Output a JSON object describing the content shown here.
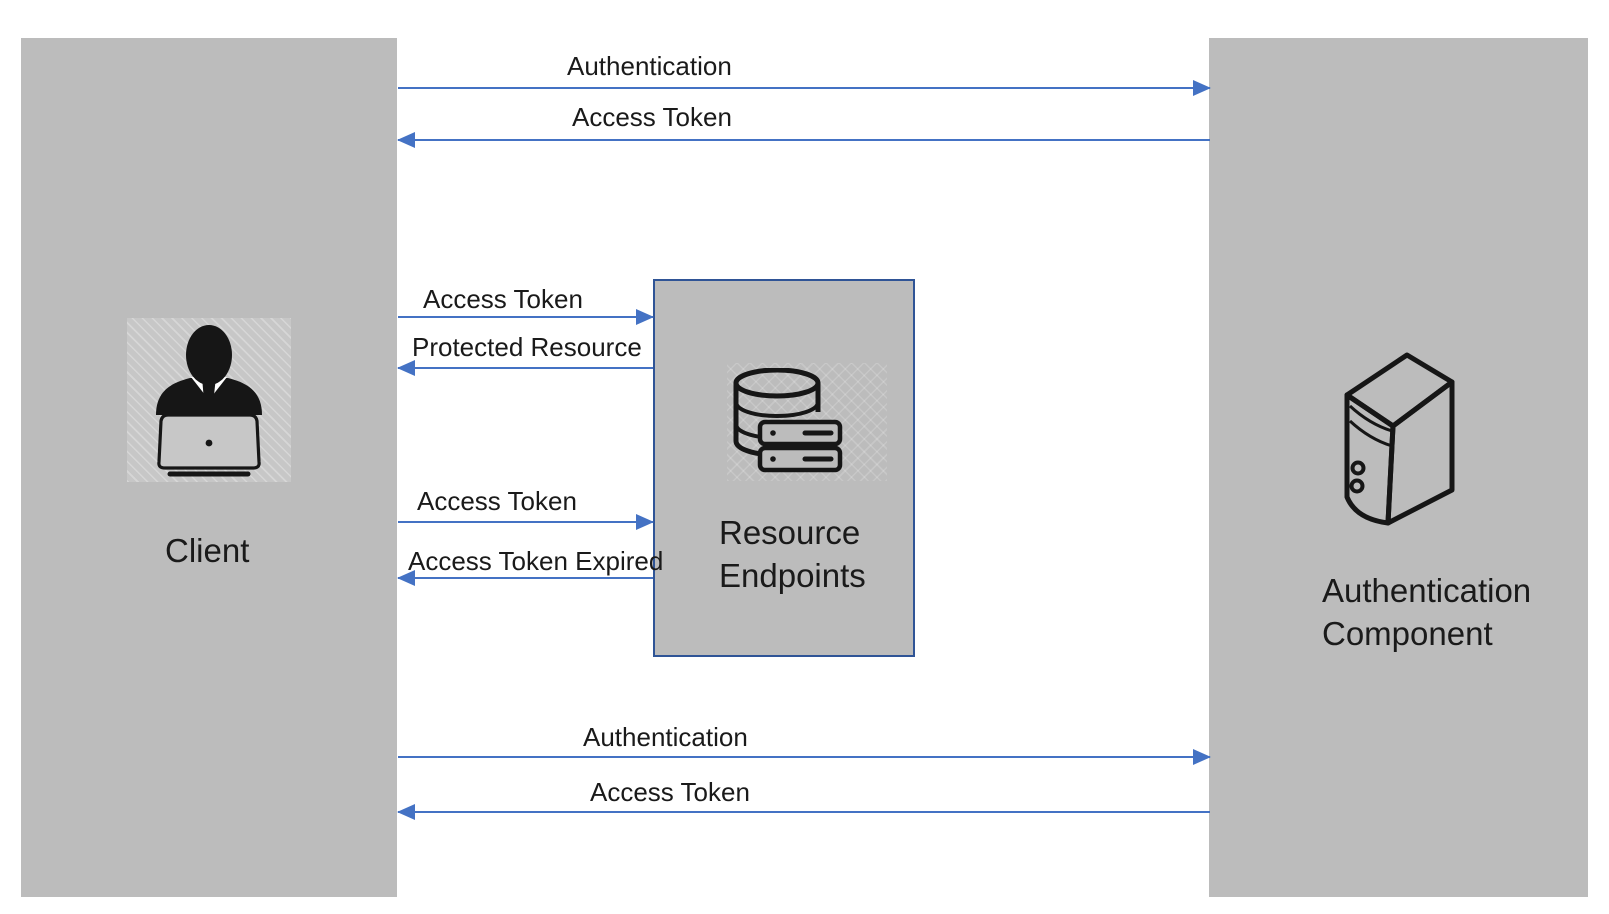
{
  "colors": {
    "arrow": "#4472C4",
    "panel": "#BCBCBC",
    "box-border": "#2F5496",
    "text": "#1A1A1A"
  },
  "nodes": {
    "client": {
      "label": "Client",
      "icon": "person-at-laptop-icon"
    },
    "resource_endpoints": {
      "label": "Resource Endpoints",
      "lines": [
        "Resource",
        "Endpoints"
      ],
      "icon": "database-servers-icon"
    },
    "authentication_component": {
      "label": "Authentication Component",
      "lines": [
        "Authentication",
        "Component"
      ],
      "icon": "server-tower-icon"
    }
  },
  "messages": [
    {
      "label": "Authentication",
      "direction": "right",
      "from": "client",
      "to": "authentication_component"
    },
    {
      "label": "Access Token",
      "direction": "left",
      "from": "authentication_component",
      "to": "client"
    },
    {
      "label": "Access Token",
      "direction": "right",
      "from": "client",
      "to": "resource_endpoints"
    },
    {
      "label": "Protected Resource",
      "direction": "left",
      "from": "resource_endpoints",
      "to": "client"
    },
    {
      "label": "Access Token",
      "direction": "right",
      "from": "client",
      "to": "resource_endpoints"
    },
    {
      "label": "Access Token Expired",
      "direction": "left",
      "from": "resource_endpoints",
      "to": "client"
    },
    {
      "label": "Authentication",
      "direction": "right",
      "from": "client",
      "to": "authentication_component"
    },
    {
      "label": "Access Token",
      "direction": "left",
      "from": "authentication_component",
      "to": "client"
    }
  ]
}
